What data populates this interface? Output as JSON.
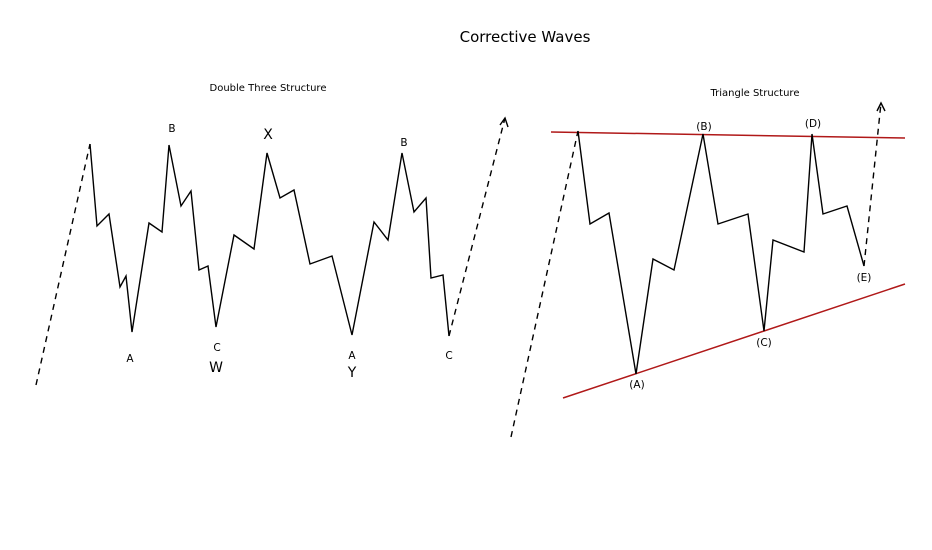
{
  "title": "Corrective Waves",
  "left": {
    "title": "Double Three Structure",
    "labels": {
      "a1": "A",
      "b1": "B",
      "c1": "C",
      "w": "W",
      "x": "X",
      "a2": "A",
      "y": "Y",
      "b2": "B",
      "c2": "C"
    }
  },
  "right": {
    "title": "Triangle Structure",
    "labels": {
      "a": "(A)",
      "b": "(B)",
      "c": "(C)",
      "d": "(D)",
      "e": "(E)"
    }
  },
  "colors": {
    "wave": "#000000",
    "trendline": "#b01818"
  }
}
